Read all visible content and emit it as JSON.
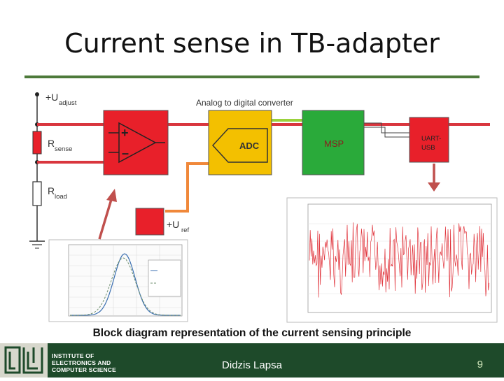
{
  "slide": {
    "title": "Current sense in TB-adapter",
    "caption": "Block diagram representation of the current sensing principle",
    "author": "Didzis Lapsa",
    "page_number": "9"
  },
  "institute": {
    "line1": "INSTITUTE OF",
    "line2": "ELECTRONICS AND",
    "line3": "COMPUTER SCIENCE"
  },
  "diagram": {
    "u_adjust_main": "+U",
    "u_adjust_sub": "adjust",
    "r_sense_main": "R",
    "r_sense_sub": "sense",
    "r_load_main": "R",
    "r_load_sub": "load",
    "adc_section_label": "Analog to digital converter",
    "adc_label": "ADC",
    "msp_label": "MSP",
    "uart_label_1": "UART-",
    "uart_label_2": "USB",
    "uref_main": "+U",
    "uref_sub": "ref",
    "opamp_plus": "+",
    "opamp_minus": "–"
  },
  "colors": {
    "red_block": "#e8202a",
    "adc_block": "#f3c000",
    "msp_block": "#2aaa3a",
    "wire_red": "#d9363e",
    "wire_green": "#9bd23c",
    "wire_orange": "#f0883a",
    "arrow": "#c0504d",
    "footer": "#1e4a2a",
    "title_rule": "#4d7a3a"
  }
}
